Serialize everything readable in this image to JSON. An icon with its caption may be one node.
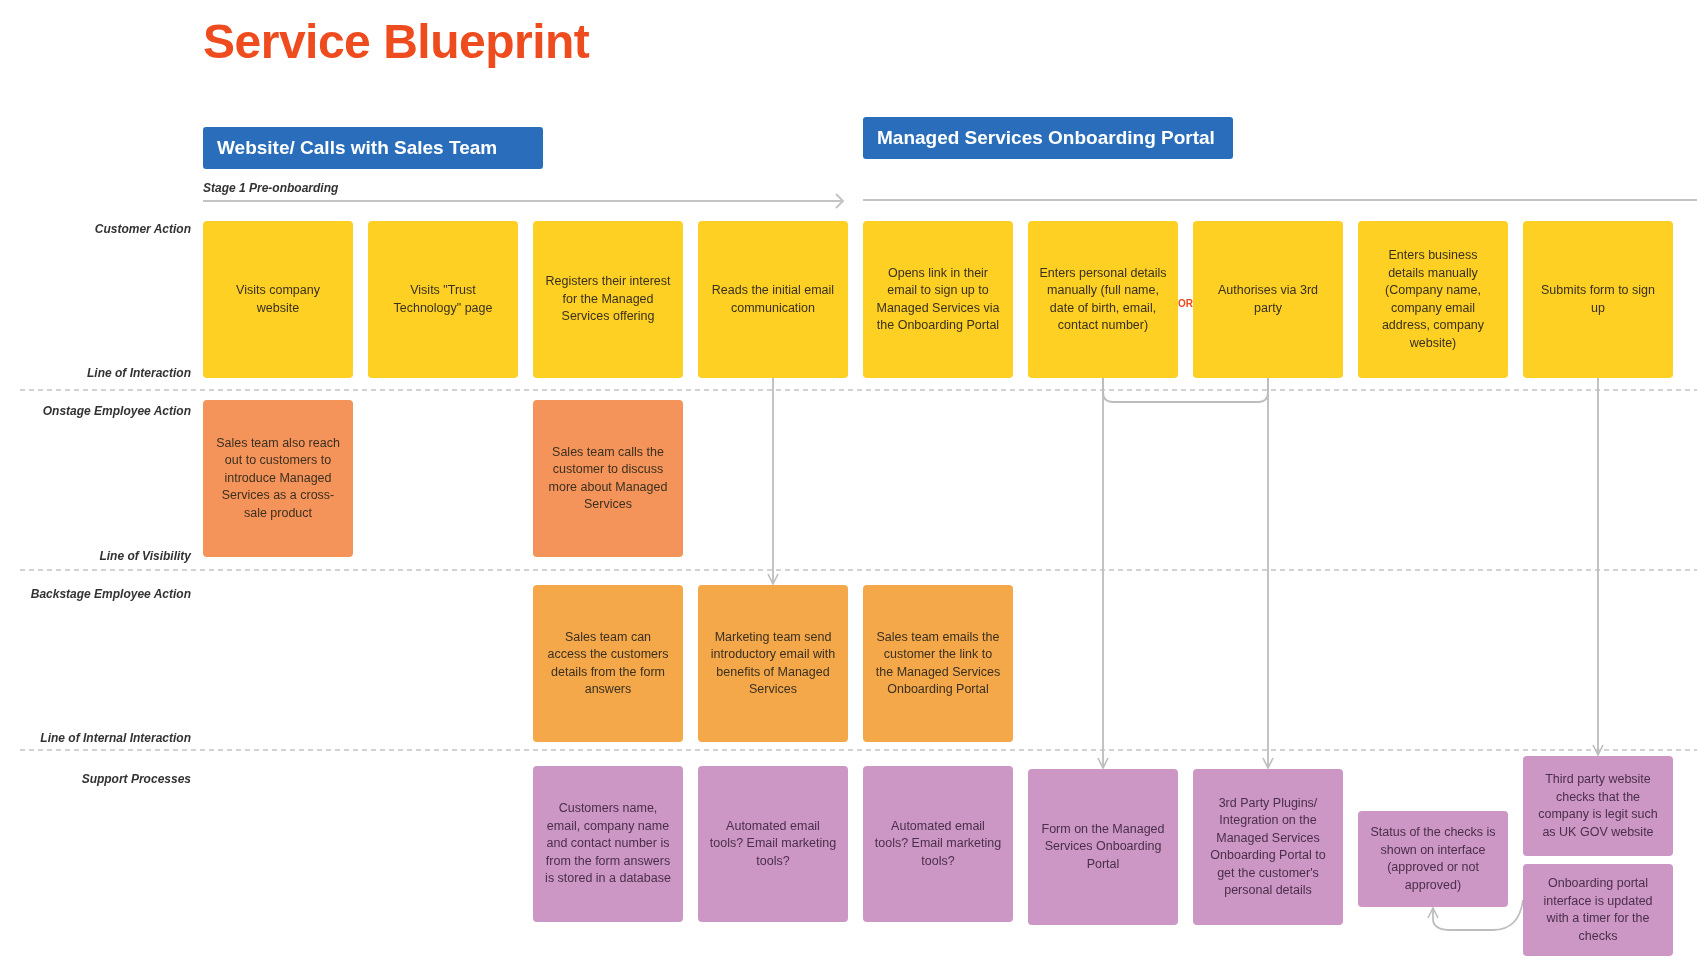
{
  "diagram": {
    "title": "Service Blueprint",
    "nodes": [
      {
        "text": [
          "Website/ Calls with Sales Team"
        ]
      },
      {
        "text": [
          "Managed Services Onboarding Portal"
        ]
      },
      {
        "text": [
          "Visits company website"
        ]
      },
      {
        "text": [
          "Visits \"Trust Technology\" page"
        ]
      },
      {
        "text": [
          "Registers their interest for the Managed Services offering"
        ]
      },
      {
        "text": [
          "Reads the initial email communication"
        ]
      },
      {
        "text": [
          "Opens link in their email to sign up to Managed Services via the Onboarding Portal"
        ]
      },
      {
        "text": [
          "Enters personal details manually (full name, date of birth, email, contact number)"
        ]
      },
      {
        "text": [
          "Authorises via 3rd party"
        ]
      },
      {
        "text": [
          "Enters business details manually (Company name, company email address, company website)"
        ]
      },
      {
        "text": [
          "Submits form to sign up"
        ]
      },
      {
        "text": [
          "Sales team also reach out to customers to introduce Managed Services as a cross-sale product"
        ]
      },
      {
        "text": [
          "Sales team calls the customer to discuss more about Managed Services"
        ]
      },
      {
        "text": [
          "Sales team can access the customers details from the form answers"
        ]
      },
      {
        "text": [
          "Marketing team send introductory email with benefits of Managed Services"
        ]
      },
      {
        "text": [
          "Sales team emails the customer the link to the Managed Services Onboarding Portal"
        ]
      },
      {
        "text": [
          "Customers name, email, company name and contact number is from the form answers is stored in a database"
        ]
      },
      {
        "text": [
          "Automated email tools? Email marketing tools?"
        ]
      },
      {
        "text": [
          "Automated email tools? Email marketing tools?"
        ]
      },
      {
        "text": [
          "Form on the Managed Services Onboarding Portal"
        ]
      },
      {
        "text": [
          "3rd Party Plugins/ Integration on the Managed Services Onboarding Portal to get the customer's personal details"
        ]
      },
      {
        "text": [
          "Status of the checks is shown on interface (approved or not approved)"
        ]
      },
      {
        "text": [
          "Third party website checks that the company is legit such as UK GOV website"
        ]
      },
      {
        "text": [
          "Onboarding portal interface is updated with a timer for the checks"
        ]
      }
    ],
    "edges": [
      {
        "from": 5,
        "to": 14,
        "arrow": "to"
      },
      {
        "from": 7,
        "to": 8,
        "arrow": "none"
      },
      {
        "from": 7,
        "to": 19,
        "arrow": "to"
      },
      {
        "from": 8,
        "to": 20,
        "arrow": "to"
      },
      {
        "from": 10,
        "to": 22,
        "arrow": "to"
      },
      {
        "from": 23,
        "to": 21,
        "arrow": "to"
      }
    ],
    "labels": [
      "Stage 1 Pre-onboarding",
      "Customer Action",
      "Line of Interaction",
      "Onstage Employee Action",
      "Line of Visibility",
      "Backstage Employee Action",
      "Line of Internal Interaction",
      "Support Processes",
      "OR"
    ]
  }
}
